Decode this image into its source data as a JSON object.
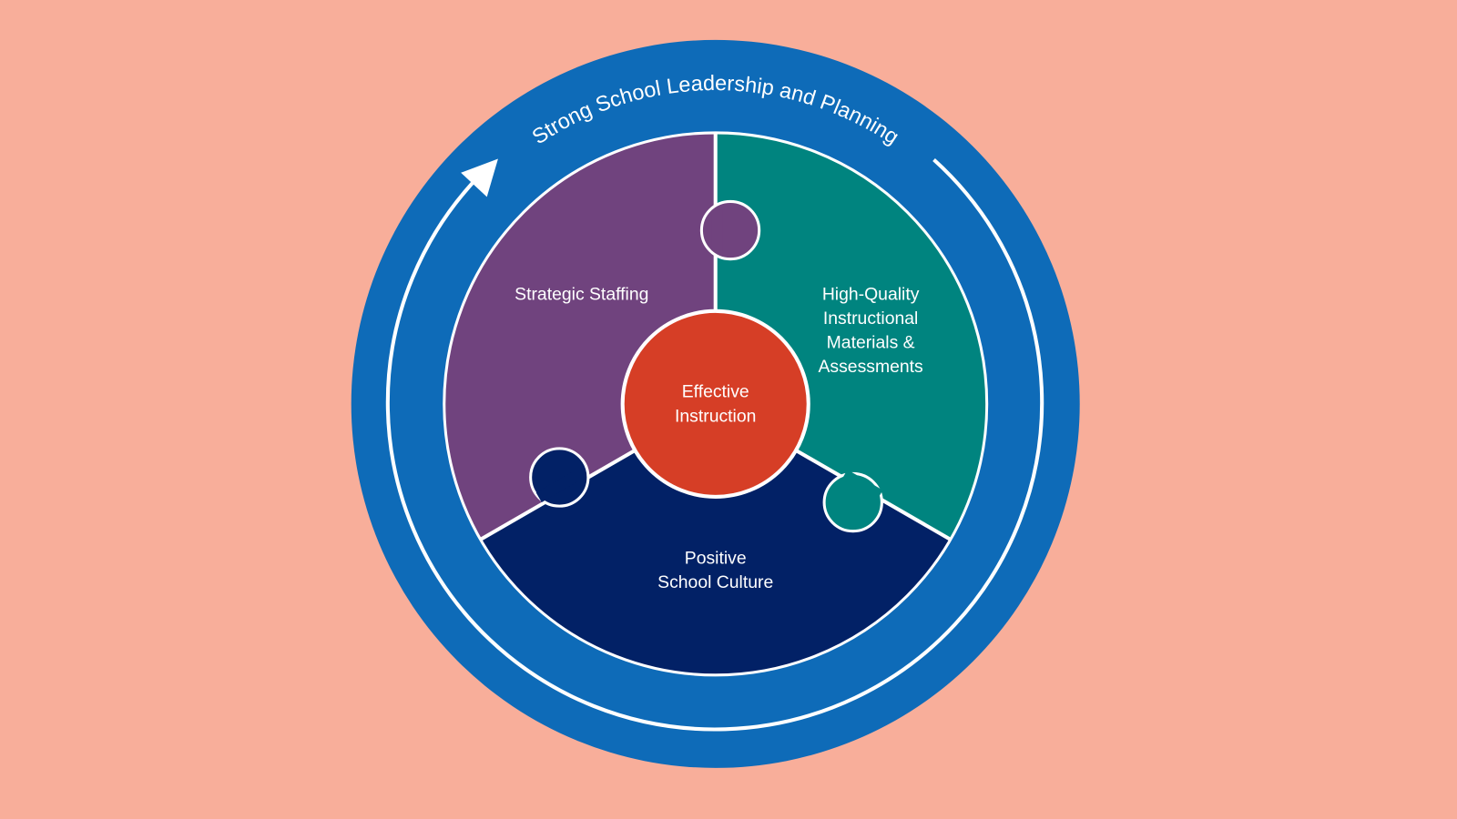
{
  "ring_label": "Strong School Leadership and Planning",
  "center": {
    "line1": "Effective",
    "line2": "Instruction"
  },
  "segments": {
    "staffing": {
      "line1": "Strategic Staffing"
    },
    "materials": {
      "line1": "High-Quality",
      "line2": "Instructional",
      "line3": "Materials &",
      "line4": "Assessments"
    },
    "culture": {
      "line1": "Positive",
      "line2": "School Culture"
    }
  },
  "colors": {
    "background": "#F8AE9A",
    "ring": "#0E6BB8",
    "staffing": "#70437E",
    "materials": "#00847F",
    "culture": "#022166",
    "center": "#D63E26"
  }
}
